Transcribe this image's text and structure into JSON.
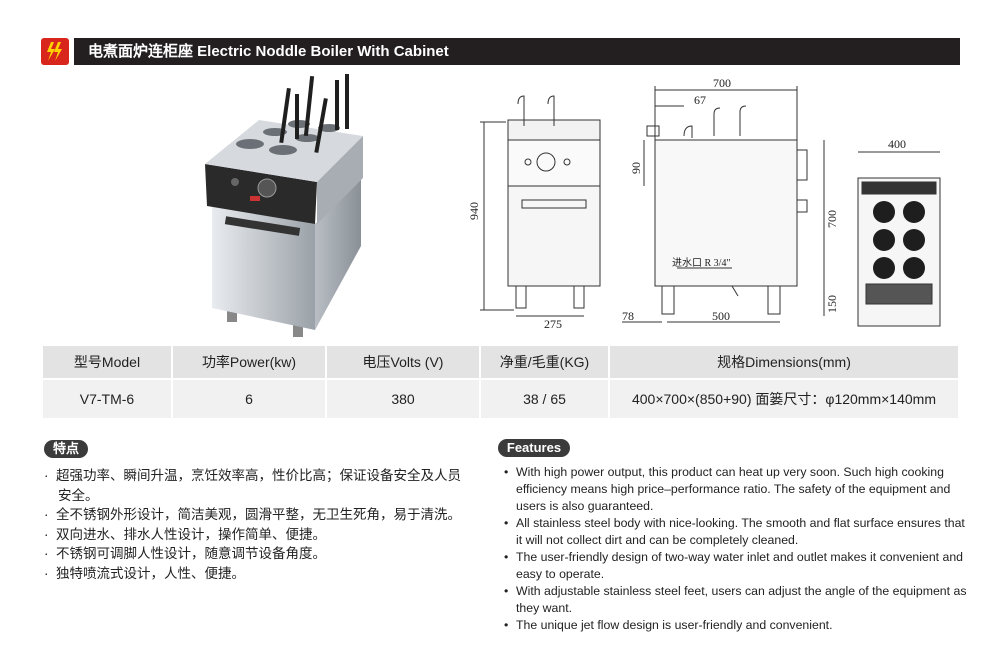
{
  "header": {
    "title": "电煮面炉连柜座 Electric  Noddle Boiler With Cabinet",
    "icon": "lightning-icon",
    "accent_color": "#d8261c",
    "bar_color": "#231f20"
  },
  "drawings": {
    "front": {
      "height_940": "940",
      "width_275": "275"
    },
    "side": {
      "width_700": "700",
      "offset_67": "67",
      "top_90": "90",
      "height_700": "700",
      "base_150": "150",
      "left_78": "78",
      "base_500": "500",
      "inlet_label": "进水口 R 3/4\""
    },
    "top": {
      "width_400": "400"
    }
  },
  "spec_table": {
    "headers": [
      "型号Model",
      "功率Power(kw)",
      "电压Volts (V)",
      "净重/毛重(KG)",
      "规格Dimensions(mm)"
    ],
    "row": [
      "V7-TM-6",
      "6",
      "380",
      "38 / 65",
      "400×700×(850+90) 面篓尺寸：φ120mm×140mm"
    ]
  },
  "features_cn": {
    "badge": "特点",
    "bullet": "·",
    "items": [
      "超强功率、瞬间升温，烹饪效率高，性价比高；保证设备安全及人员安全。",
      "全不锈钢外形设计，简洁美观，圆滑平整，无卫生死角，易于清洗。",
      "双向进水、排水人性设计，操作简单、便捷。",
      "不锈钢可调脚人性设计，随意调节设备角度。",
      "独特喷流式设计，人性、便捷。"
    ]
  },
  "features_en": {
    "badge": "Features",
    "bullet": "•",
    "items": [
      "With high power output, this product can heat up very soon. Such high cooking efficiency means high price–performance ratio. The safety of the equipment and users is also guaranteed.",
      "All stainless steel body with  nice-looking. The smooth and flat surface ensures that it will not collect dirt and can be completely cleaned.",
      "The user-friendly design of two-way water inlet and outlet makes it convenient and easy to operate.",
      "With adjustable stainless steel feet, users can adjust the angle of the equipment as they want.",
      "The unique jet flow design is user-friendly and convenient."
    ]
  }
}
